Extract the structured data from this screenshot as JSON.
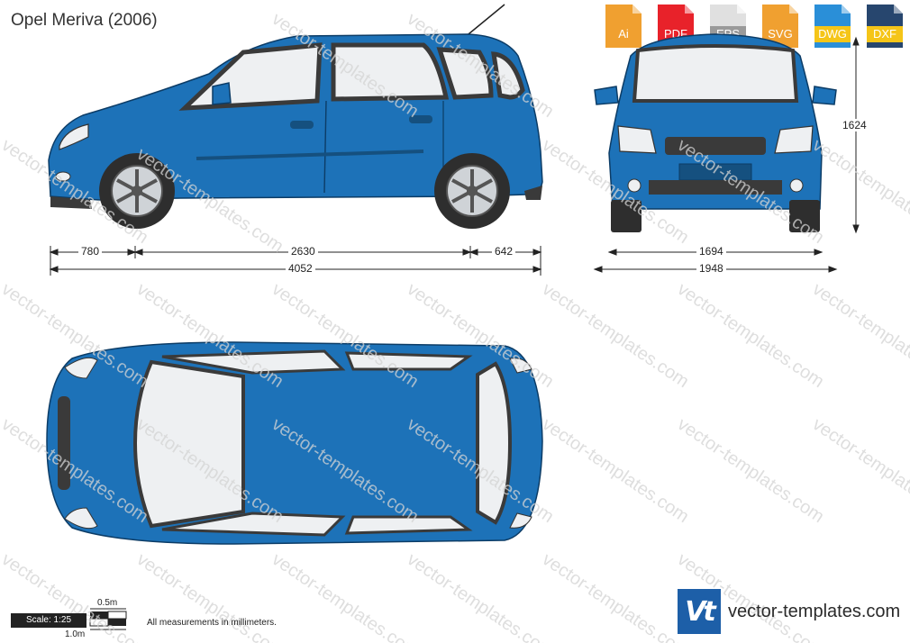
{
  "title": "Opel Meriva (2006)",
  "formats": [
    {
      "label": "Ai",
      "color": "#f0a030",
      "icon": "ai-file-icon"
    },
    {
      "label": "PDF",
      "color": "#e8222a",
      "icon": "pdf-file-icon"
    },
    {
      "label": "EPS",
      "color": "#9a9a9a",
      "icon": "eps-file-icon"
    },
    {
      "label": "SVG",
      "color": "#f0a030",
      "icon": "svg-file-icon"
    },
    {
      "label": "DWG",
      "color": "#2a8fd8",
      "icon": "dwg-file-icon"
    },
    {
      "label": "DXF",
      "color": "#27466e",
      "icon": "dxf-file-icon"
    }
  ],
  "dimensions": {
    "front_overhang": "780",
    "wheelbase": "2630",
    "rear_overhang": "642",
    "length": "4052",
    "width": "1694",
    "width_mirrors": "1948",
    "height": "1624"
  },
  "scale": {
    "label": "Scale: 1:25",
    "half_meter": "0.5m",
    "one_meter": "1.0m"
  },
  "note": "All measurements in millimeters.",
  "watermark": "vector-templates.com",
  "brand": {
    "logo_text": "Vt",
    "site": "vector-templates.com"
  },
  "colors": {
    "body": "#1d72b8",
    "body_dark": "#155e99",
    "glass": "#eef0f2",
    "trim": "#3a3a3a",
    "accent_blue": "#1d5fa8"
  }
}
